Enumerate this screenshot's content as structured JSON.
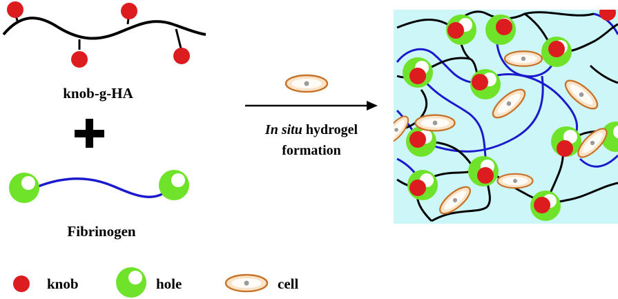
{
  "labels": {
    "polymer": "knob-g-HA",
    "protein": "Fibrinogen",
    "arrow_line1_italic": "In situ",
    "arrow_line1_rest": " hydrogel",
    "arrow_line2": "formation"
  },
  "legend": [
    {
      "icon": "knob-icon",
      "label": "knob"
    },
    {
      "icon": "hole-icon",
      "label": "hole"
    },
    {
      "icon": "cell-icon",
      "label": "cell"
    }
  ],
  "colors": {
    "knob": "#dd1c1f",
    "hole": "#6fe22a",
    "hole_inner": "#ffffff",
    "cell_fill": "#fbe3c8",
    "cell_stroke": "#c8732a",
    "nucleus": "#9a9a9a",
    "ha_chain": "#000000",
    "fibrinogen_chain": "#1a1acc",
    "hydrogel_background": "#cdf6f9"
  }
}
